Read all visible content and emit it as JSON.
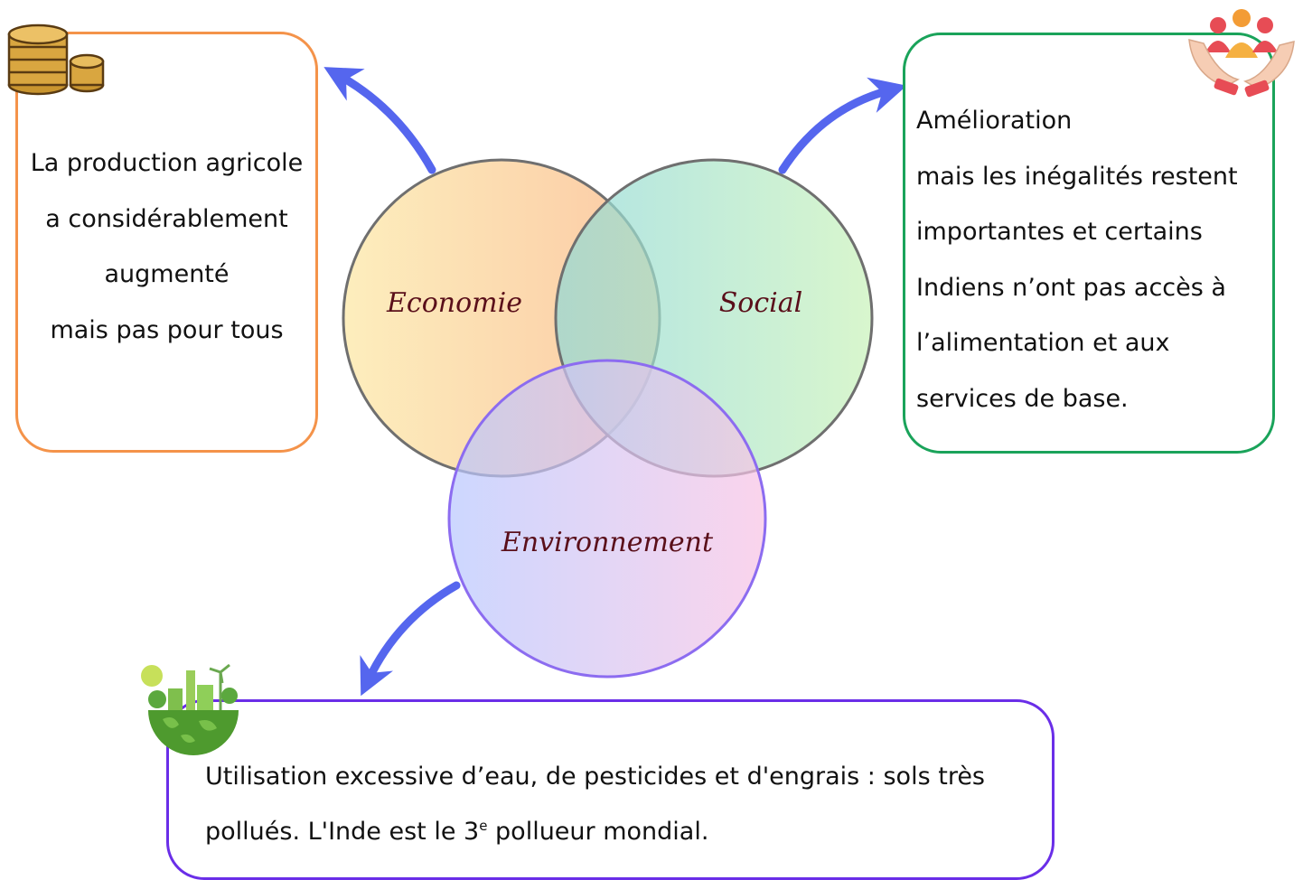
{
  "venn": {
    "economy_label": "Economie",
    "social_label": "Social",
    "environment_label": "Environnement"
  },
  "economy_box": {
    "lines": [
      "La production agricole",
      "a considérablement",
      "augmenté",
      "mais pas pour tous"
    ]
  },
  "social_box": {
    "lines": [
      "Amélioration",
      "mais les inégalités restent",
      "importantes et certains",
      "Indiens n’ont pas accès à",
      "l’alimentation et aux",
      "services de base."
    ]
  },
  "environment_box": {
    "line1": "Utilisation excessive d’eau, de pesticides et d'engrais : sols très",
    "line2_before": "pollués. L'Inde est le 3",
    "line2_sup": "e",
    "line2_after": " pollueur mondial."
  },
  "icons": [
    "coins-icon",
    "people-in-hands-icon",
    "green-earth-icon",
    "arrow-icon"
  ],
  "colors": {
    "economy": "#f4934a",
    "social": "#1aa35a",
    "environment": "#6a2ee8",
    "arrows": "#5566ee"
  }
}
